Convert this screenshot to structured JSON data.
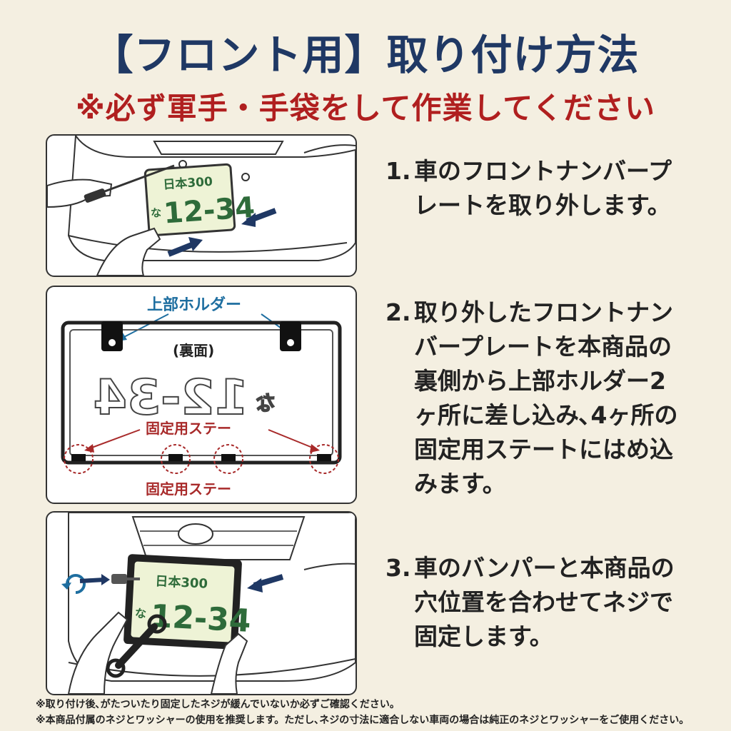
{
  "header": {
    "title": "【フロント用】取り付け方法",
    "subtitle": "※必ず軍手・手袋をして作業してください"
  },
  "colors": {
    "title": "#1f3864",
    "warning": "#b01f1f",
    "blue_label": "#1e6ea0",
    "red_label": "#a82a2a",
    "plate_bg": "#eef3d6",
    "plate_text": "#2e6b3a"
  },
  "panels": {
    "p1": {
      "plate_region": "日本300",
      "plate_kana": "な",
      "plate_number": "12-34"
    },
    "p2": {
      "top_holder_label": "上部ホルダー",
      "back_label": "(裏面)",
      "mirrored_number": "12-34",
      "mirrored_kana": "な",
      "stay_label_top": "固定用ステー",
      "stay_label_bottom": "固定用ステー"
    },
    "p3": {
      "plate_region": "日本300",
      "plate_kana": "な",
      "plate_number": "12-34"
    }
  },
  "steps": [
    {
      "num": "1.",
      "lines": [
        "車のフロントナンバープ",
        "レートを取り外します。"
      ]
    },
    {
      "num": "2.",
      "lines": [
        "取り外したフロントナン",
        "バープレートを本商品の",
        "裏側から上部ホルダー2",
        "ヶ所に差し込み､4ヶ所の",
        "固定用ステートにはめ込",
        "みます。"
      ]
    },
    {
      "num": "3.",
      "lines": [
        "車のバンパーと本商品の",
        "穴位置を合わせてネジで",
        "固定します。"
      ]
    }
  ],
  "notes": [
    "※取り付け後､がたついたり固定したネジが緩んでいないか必ずご確認ください。",
    "※本商品付属のネジとワッシャーの使用を推奨します。ただし､ネジの寸法に適合しない車両の場合は純正のネジとワッシャーをご使用ください。"
  ],
  "icons": [
    "screwdriver-icon",
    "wrench-icon",
    "screw-icon",
    "arrow-icon",
    "rotate-icon"
  ]
}
